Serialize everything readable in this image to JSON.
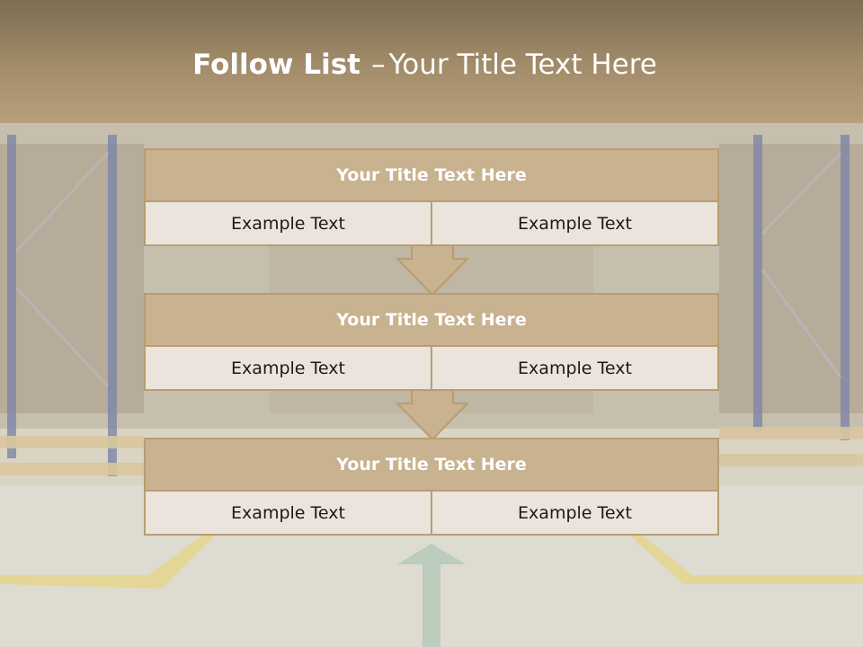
{
  "slide": {
    "title_bold": "Follow List",
    "title_dash": "–",
    "title_rest": "Your Title Text Here"
  },
  "blocks": [
    {
      "title": "Your Title Text Here",
      "left": "Example Text",
      "right": "Example Text"
    },
    {
      "title": "Your Title Text Here",
      "left": "Example Text",
      "right": "Example Text"
    },
    {
      "title": "Your Title Text Here",
      "left": "Example Text",
      "right": "Example Text"
    }
  ],
  "colors": {
    "header": "#a08a68",
    "block_title_fill": "#c8b28f",
    "block_cell_fill": "#ebe4dc",
    "block_border": "#b89d73",
    "arrow_fill": "#c8b28f"
  }
}
